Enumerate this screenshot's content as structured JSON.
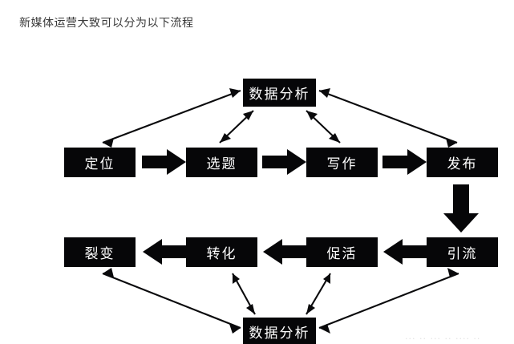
{
  "page": {
    "title": "新媒体运营大致可以分为以下流程",
    "background_color": "#ffffff",
    "node_fill_color": "#060608",
    "node_text_color": "#ffffff",
    "arrow_color": "#0a0a0c",
    "watermark": "··· ·· ··· ·· ···· ··"
  },
  "diagram": {
    "type": "flowchart",
    "hub_top": {
      "label": "数据分析"
    },
    "hub_bottom": {
      "label": "数据分析"
    },
    "row_one": [
      {
        "label": "定位"
      },
      {
        "label": "选题"
      },
      {
        "label": "写作"
      },
      {
        "label": "发布"
      }
    ],
    "row_two": [
      {
        "label": "裂变"
      },
      {
        "label": "转化"
      },
      {
        "label": "促活"
      },
      {
        "label": "引流"
      }
    ],
    "block_arrows": [
      {
        "name": "arrow-dingwei-to-xuanti",
        "direction": "right"
      },
      {
        "name": "arrow-xuanti-to-xiezuo",
        "direction": "right"
      },
      {
        "name": "arrow-xiezuo-to-fabu",
        "direction": "right"
      },
      {
        "name": "arrow-fabu-to-yinliu",
        "direction": "down"
      },
      {
        "name": "arrow-yinliu-to-cuhuo",
        "direction": "left"
      },
      {
        "name": "arrow-cuhuo-to-zhuanhua",
        "direction": "left"
      },
      {
        "name": "arrow-zhuanhua-to-liebian",
        "direction": "left"
      }
    ],
    "link_arrows": [
      {
        "name": "link-top-hub-dingwei",
        "direction": "double"
      },
      {
        "name": "link-top-hub-xuanti",
        "direction": "double"
      },
      {
        "name": "link-top-hub-xiezuo",
        "direction": "double"
      },
      {
        "name": "link-top-hub-fabu",
        "direction": "double"
      },
      {
        "name": "link-bottom-hub-liebian",
        "direction": "double"
      },
      {
        "name": "link-bottom-hub-zhuanhua",
        "direction": "double"
      },
      {
        "name": "link-bottom-hub-cuhuo",
        "direction": "double"
      },
      {
        "name": "link-bottom-hub-yinliu",
        "direction": "double"
      }
    ]
  }
}
